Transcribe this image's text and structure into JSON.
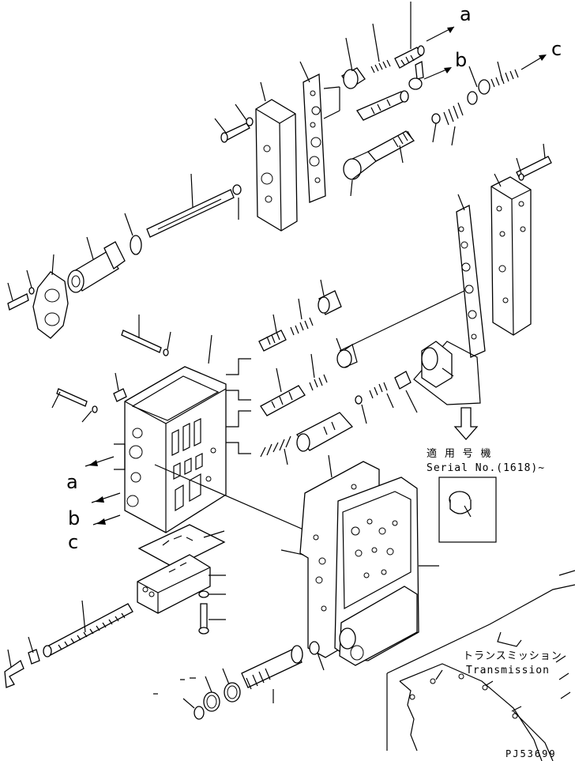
{
  "callouts": {
    "arrow_a_top": "a",
    "arrow_b_top": "b",
    "arrow_c_top": "c",
    "arrow_a_left": "a",
    "arrow_b_left": "b",
    "arrow_c_left": "c"
  },
  "serial_note": {
    "jp": "適 用 号 機",
    "en": "Serial No.(1618)~"
  },
  "transmission_label": {
    "jp": "トランスミッション",
    "en": "Transmission"
  },
  "drawing_code": "PJ53699"
}
